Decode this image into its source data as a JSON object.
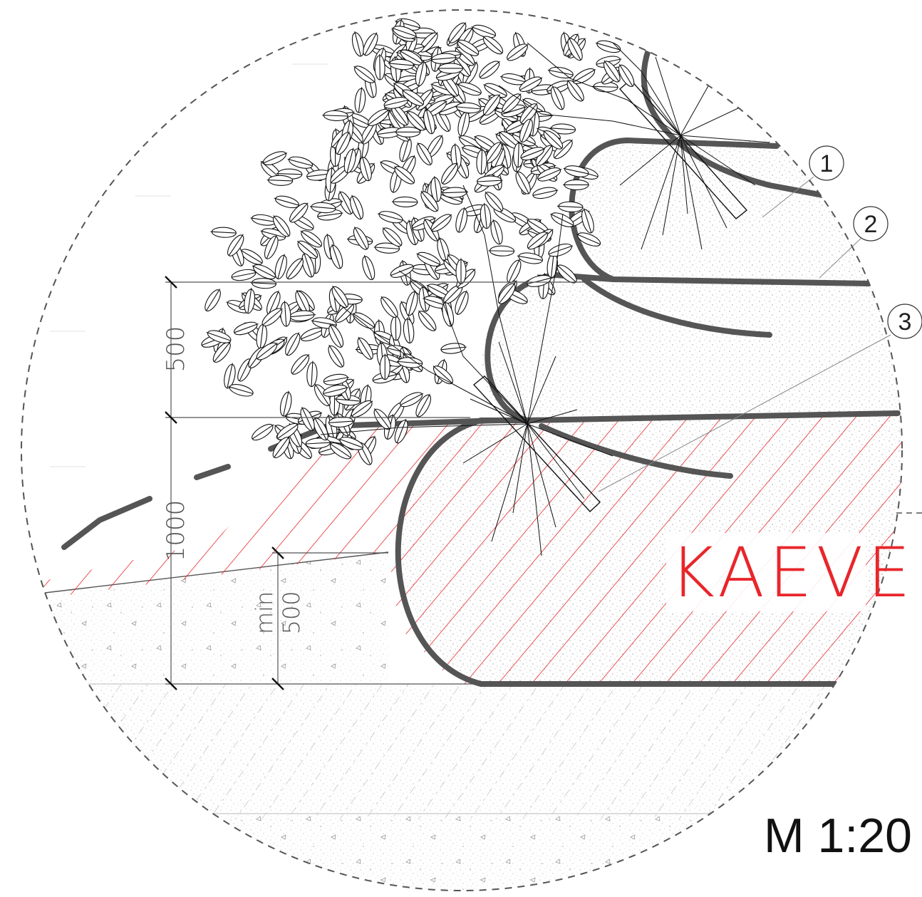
{
  "drawing": {
    "scale_label": "M 1:20",
    "excavation_label": "KAEVE",
    "callouts": [
      "1",
      "2",
      "3"
    ],
    "dimensions": {
      "top_height": "500",
      "total_height": "1000",
      "min_label": "min",
      "min_value": "500"
    }
  },
  "colors": {
    "hatch": "#e8262b",
    "geotextile": "#555555",
    "outline": "#333333"
  }
}
